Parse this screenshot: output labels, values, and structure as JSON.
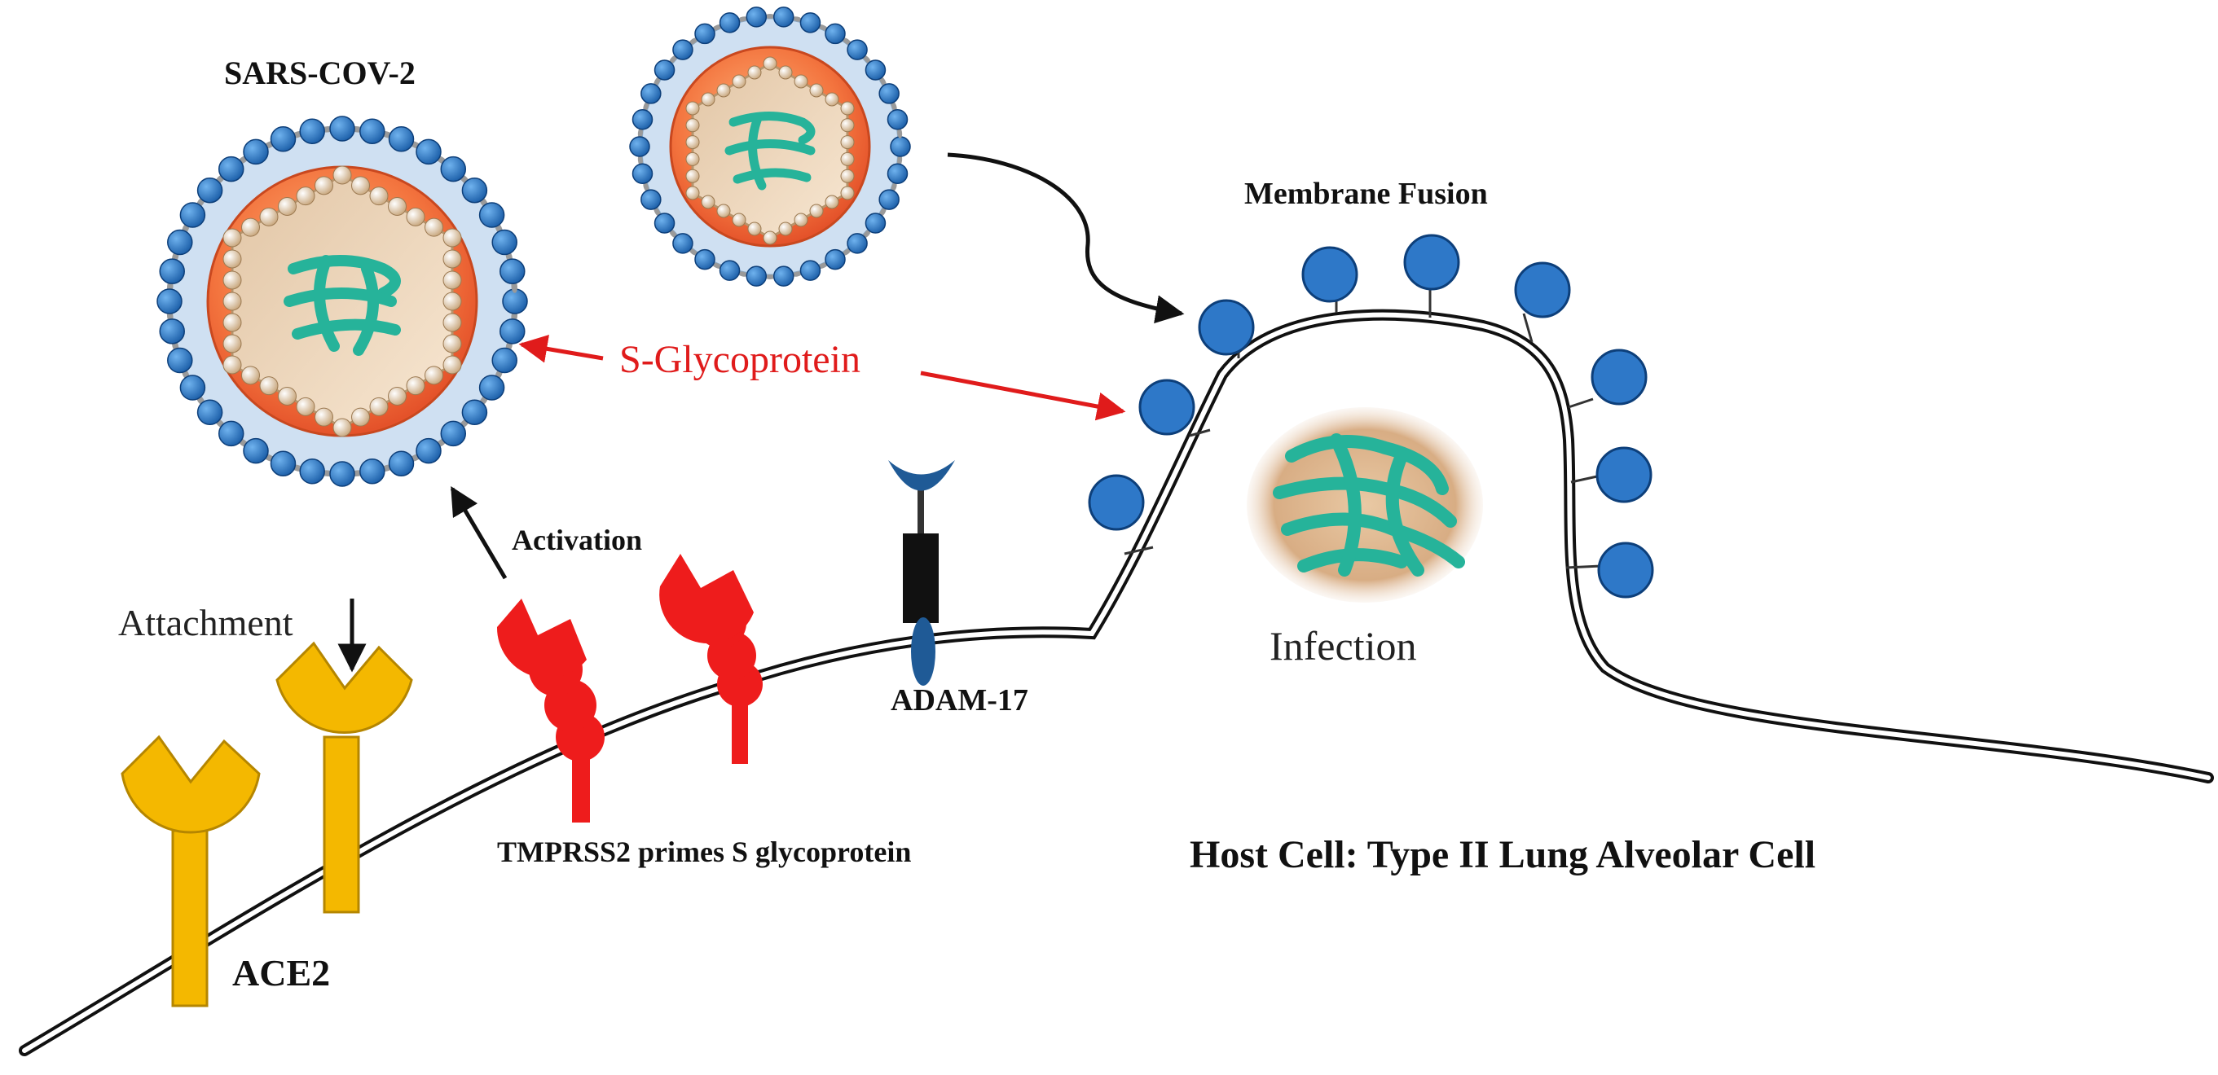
{
  "labels": {
    "virus": "SARS-COV-2",
    "membrane_fusion": "Membrane Fusion",
    "s_glycoprotein": "S-Glycoprotein",
    "activation": "Activation",
    "attachment": "Attachment",
    "adam17": "ADAM-17",
    "tmprss2": "TMPRSS2 primes S glycoprotein",
    "ace2": "ACE2",
    "infection": "Infection",
    "host_cell": "Host Cell: Type II Lung Alveolar Cell"
  },
  "colors": {
    "ace2_receptor": "#f4b800",
    "tmprss2_protease": "#ee1c1c",
    "spike_protein": "#2e78c8",
    "virus_capsid": "#ee6a3a",
    "rna": "#26b39a",
    "annotation_red": "#e01b1b",
    "adam17_body": "#111111",
    "adam17_cap": "#1f5a96"
  },
  "icons": {
    "large_virion": "virus-particle-icon",
    "small_virion": "virus-particle-small-icon",
    "ace2": "ace2-receptor-icon",
    "tmprss2": "tmprss2-protease-icon",
    "adam17": "adam17-sheddase-icon",
    "viral_rna": "viral-rna-icon"
  }
}
